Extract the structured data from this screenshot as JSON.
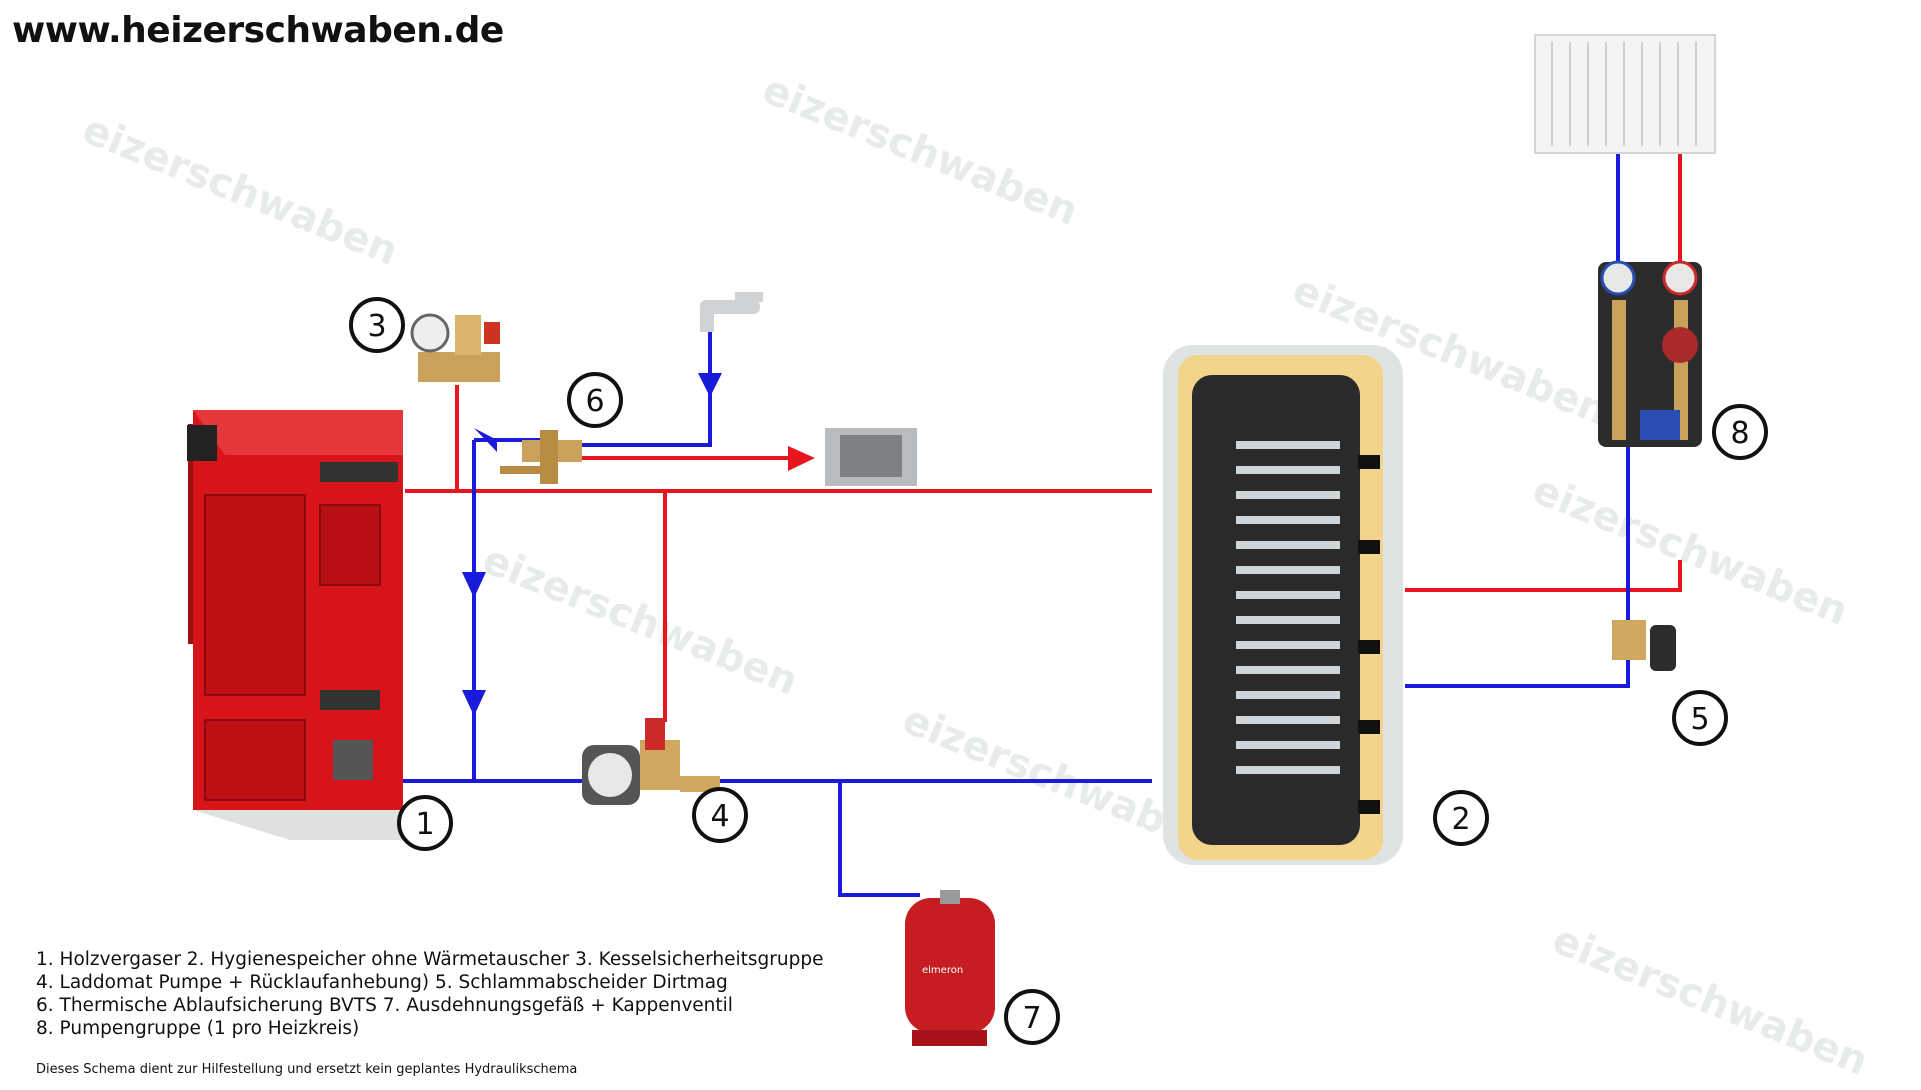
{
  "header": {
    "website": "www.heizerschwaben.de"
  },
  "watermark": {
    "text": "eizerschwaben",
    "color": "#e8ece8"
  },
  "pipe_colors": {
    "supply": "#e8141e",
    "return": "#1a1adb"
  },
  "components": [
    {
      "number": "1",
      "name": "Holzvergaser"
    },
    {
      "number": "2",
      "name": "Hygienespeicher"
    },
    {
      "number": "3",
      "name": "Kesselsicherheitsgruppe"
    },
    {
      "number": "4",
      "name": "Laddomat"
    },
    {
      "number": "5",
      "name": "Schlammabscheider"
    },
    {
      "number": "6",
      "name": "Thermische Ablaufsicherung"
    },
    {
      "number": "7",
      "name": "Ausdehnungsgefäß",
      "brand_label": "elmeron"
    },
    {
      "number": "8",
      "name": "Pumpengruppe"
    }
  ],
  "legend": {
    "line1": "1. Holzvergaser   2. Hygienespeicher ohne  Wärmetauscher  3. Kesselsicherheitsgruppe",
    "line2": "4. Laddomat  Pumpe + Rücklaufanhebung) 5. Schlammabscheider Dirtmag",
    "line3": "6. Thermische Ablaufsicherung BVTS   7. Ausdehnungsgefäß + Kappenventil",
    "line4": "8. Pumpengruppe (1 pro Heizkreis)"
  },
  "disclaimer": "Dieses Schema dient zur Hilfestellung und ersetzt kein geplantes Hydraulikschema"
}
